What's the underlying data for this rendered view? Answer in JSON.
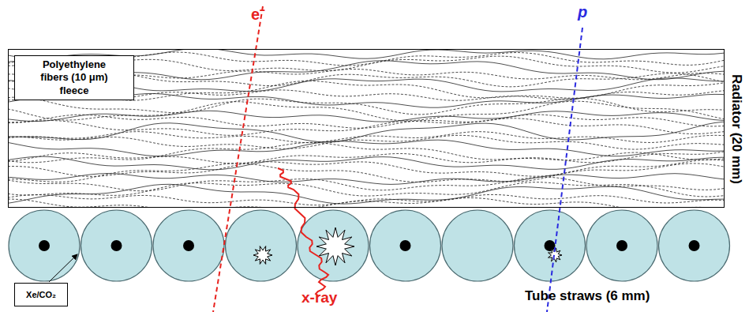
{
  "diagram": {
    "nodes": [
      {
        "text": [
          "Radiator (20 mm)"
        ]
      },
      {
        "text": [
          "Polyethylene fibers (10 μm) fleece"
        ],
        "in": 0
      },
      {
        "text": [
          "Xe/CO₂"
        ]
      }
    ],
    "labels": [
      "e⁻",
      "p",
      "x-ray",
      "Tube straws (6 mm)"
    ]
  }
}
